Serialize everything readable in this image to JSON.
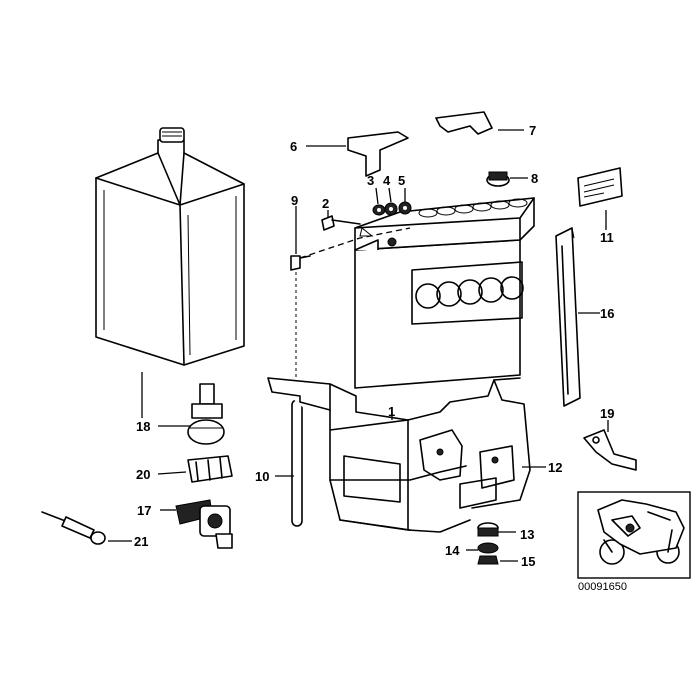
{
  "diagram": {
    "callouts": [
      "1",
      "2",
      "3",
      "4",
      "5",
      "6",
      "7",
      "8",
      "9",
      "10",
      "11",
      "12",
      "13",
      "14",
      "15",
      "16",
      "17",
      "18",
      "19",
      "20",
      "21"
    ],
    "reference_number": "00091650"
  }
}
